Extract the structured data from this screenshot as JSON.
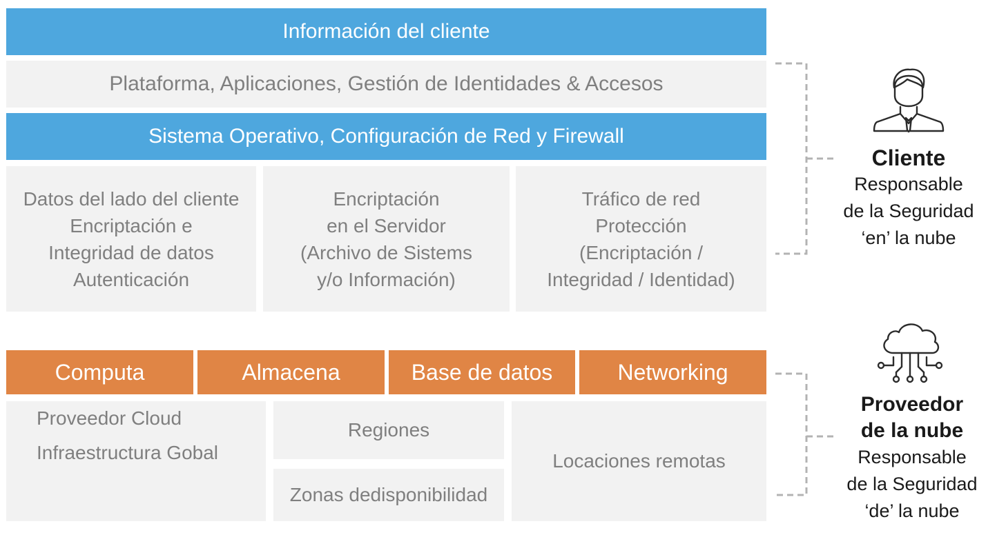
{
  "customer_layers": {
    "info": "Información del cliente",
    "platform": "Plataforma, Aplicaciones, Gestión de Identidades & Accesos",
    "os": "Sistema Operativo, Configuración de Red y Firewall",
    "columns": [
      [
        "Datos del lado del cliente",
        "Encriptación e",
        "Integridad de datos",
        "Autenticación"
      ],
      [
        "Encriptación",
        "en el Servidor",
        "(Archivo de Sistems",
        "y/o Información)"
      ],
      [
        "Tráfico de red",
        "Protección",
        "(Encriptación /",
        "Integridad / Identidad)"
      ]
    ]
  },
  "provider_layers": {
    "services": [
      "Computa",
      "Almacena",
      "Base de datos",
      "Networking"
    ],
    "infra": [
      "Proveedor Cloud",
      "Infraestructura Gobal"
    ],
    "regions": "Regiones",
    "zones": "Zonas dedisponibilidad",
    "edge": "Locaciones remotas"
  },
  "client": {
    "title": "Cliente",
    "lines": [
      "Responsable",
      "de la Seguridad",
      "‘en’ la nube"
    ],
    "icon": "person-icon"
  },
  "provider": {
    "title_lines": [
      "Proveedor",
      "de la nube"
    ],
    "lines": [
      "Responsable",
      "de la Seguridad",
      "‘de’ la nube"
    ],
    "icon": "cloud-network-icon"
  },
  "colors": {
    "blue": "#4ea7de",
    "orange": "#e08545",
    "grey": "#f2f2f2",
    "text_grey": "#7f7f7f"
  }
}
